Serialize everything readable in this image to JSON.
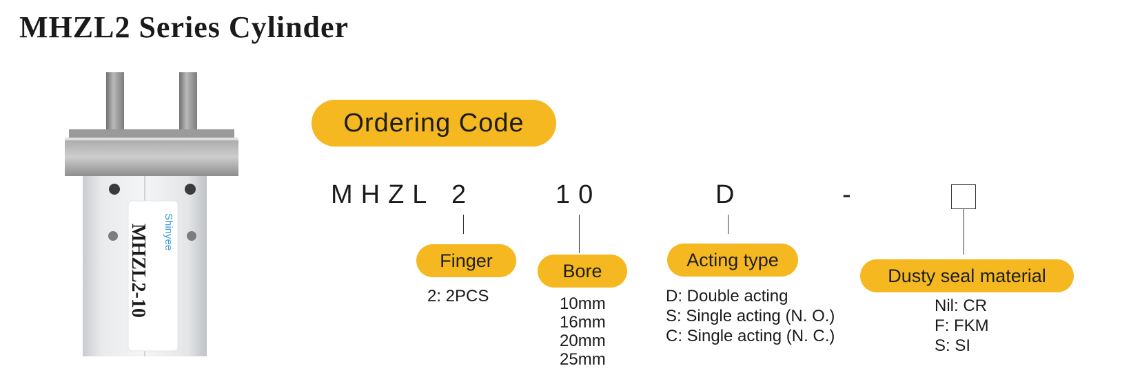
{
  "title": "MHZL2 Series Cylinder",
  "product_label": {
    "brand": "Shinyee",
    "model": "MHZL2-10"
  },
  "ordering_code": {
    "heading": "Ordering Code",
    "code_parts": [
      "MHZL",
      "2",
      "10",
      "D",
      "-"
    ],
    "fields": [
      {
        "label": "Finger",
        "options": [
          "2: 2PCS"
        ]
      },
      {
        "label": "Bore",
        "options": [
          "10mm",
          "16mm",
          "20mm",
          "25mm"
        ]
      },
      {
        "label": "Acting type",
        "options": [
          "D: Double acting",
          "S: Single acting (N. O.)",
          "C: Single acting (N. C.)"
        ]
      },
      {
        "label": "Dusty seal material",
        "options": [
          "Nil: CR",
          "F: FKM",
          "S: SI"
        ]
      }
    ]
  },
  "colors": {
    "accent": "#f5b820",
    "text": "#1a1a1a"
  }
}
